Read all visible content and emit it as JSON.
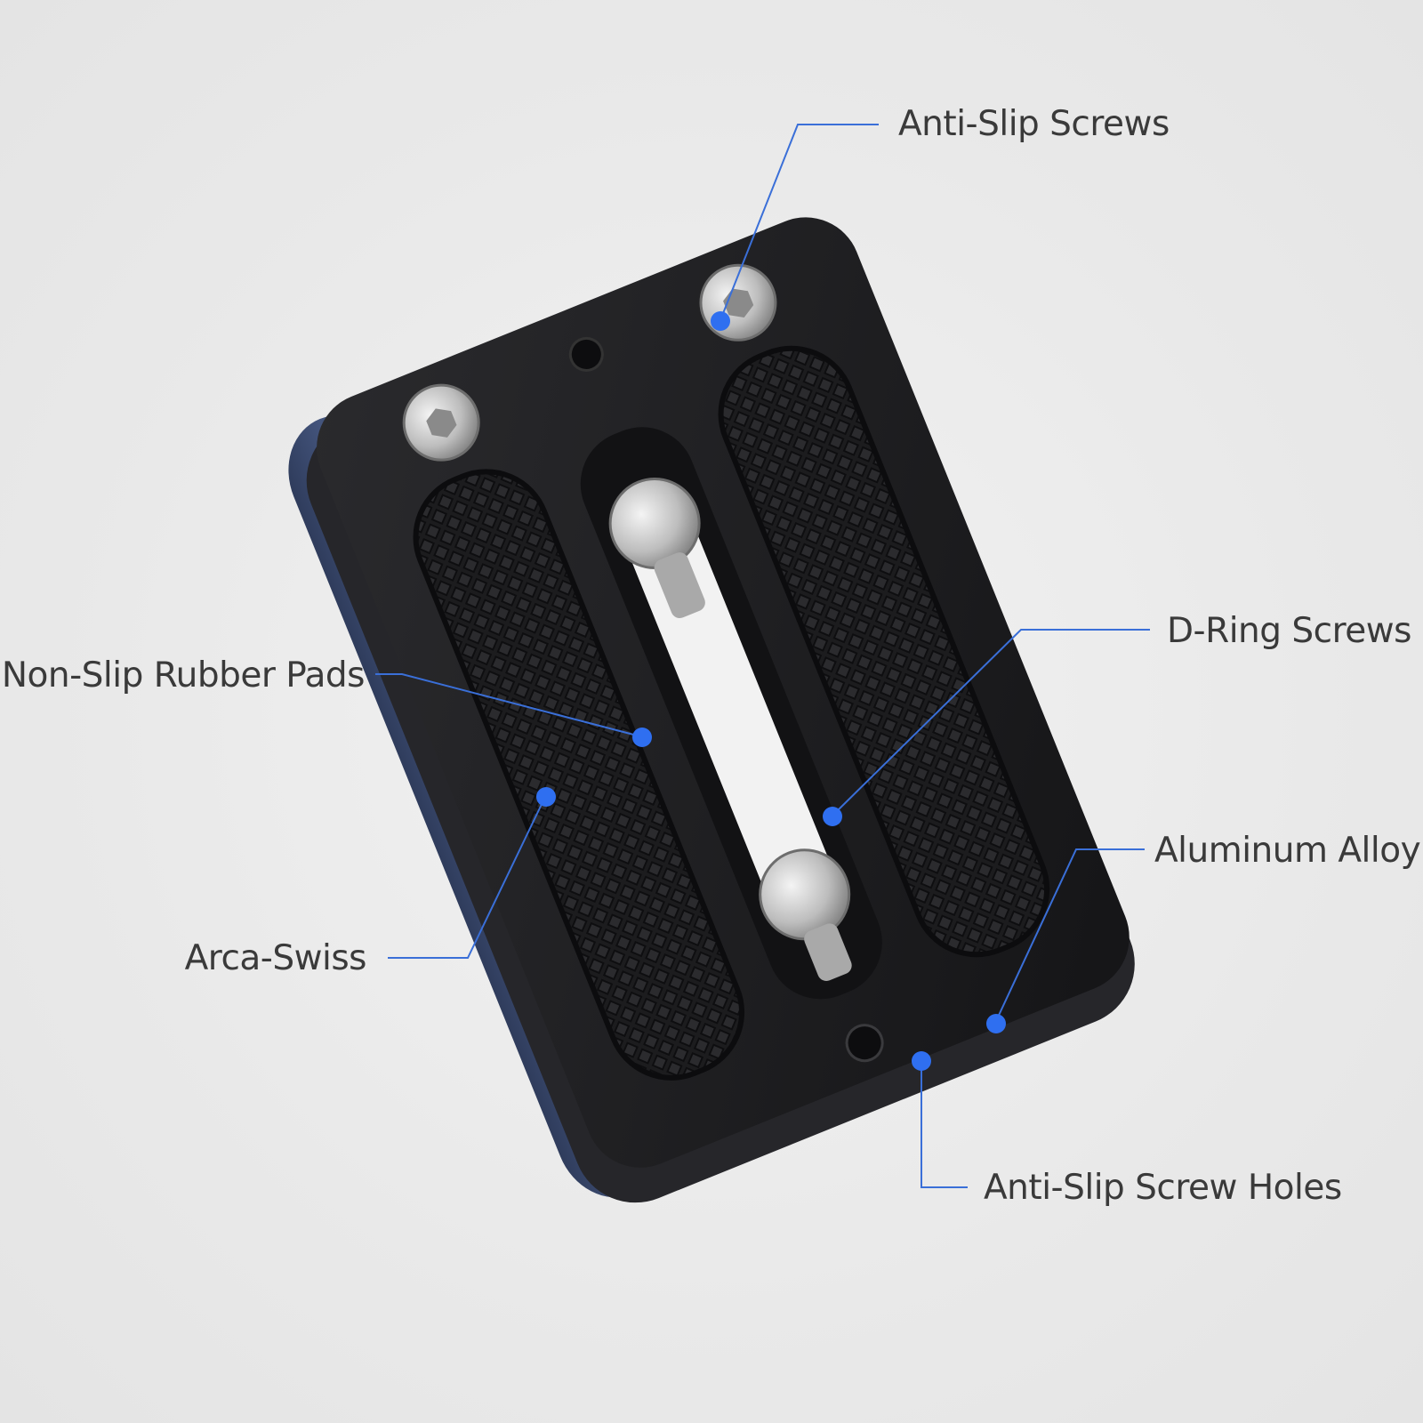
{
  "callouts": {
    "anti_slip_screws": "Anti-Slip Screws",
    "d_ring_screws": "D-Ring Screws",
    "non_slip_rubber_pads": "Non-Slip Rubber Pads",
    "aluminum_alloy": "Aluminum Alloy",
    "arca_swiss": "Arca-Swiss",
    "anti_slip_screw_holes": "Anti-Slip Screw Holes"
  },
  "colors": {
    "background": "#ececec",
    "leader_line": "#3a6fd8",
    "marker_dot": "#2f6ff0",
    "label_text": "#3a3a3a",
    "plate_top": "#1f1f22",
    "plate_side": "#3b4a6e"
  }
}
